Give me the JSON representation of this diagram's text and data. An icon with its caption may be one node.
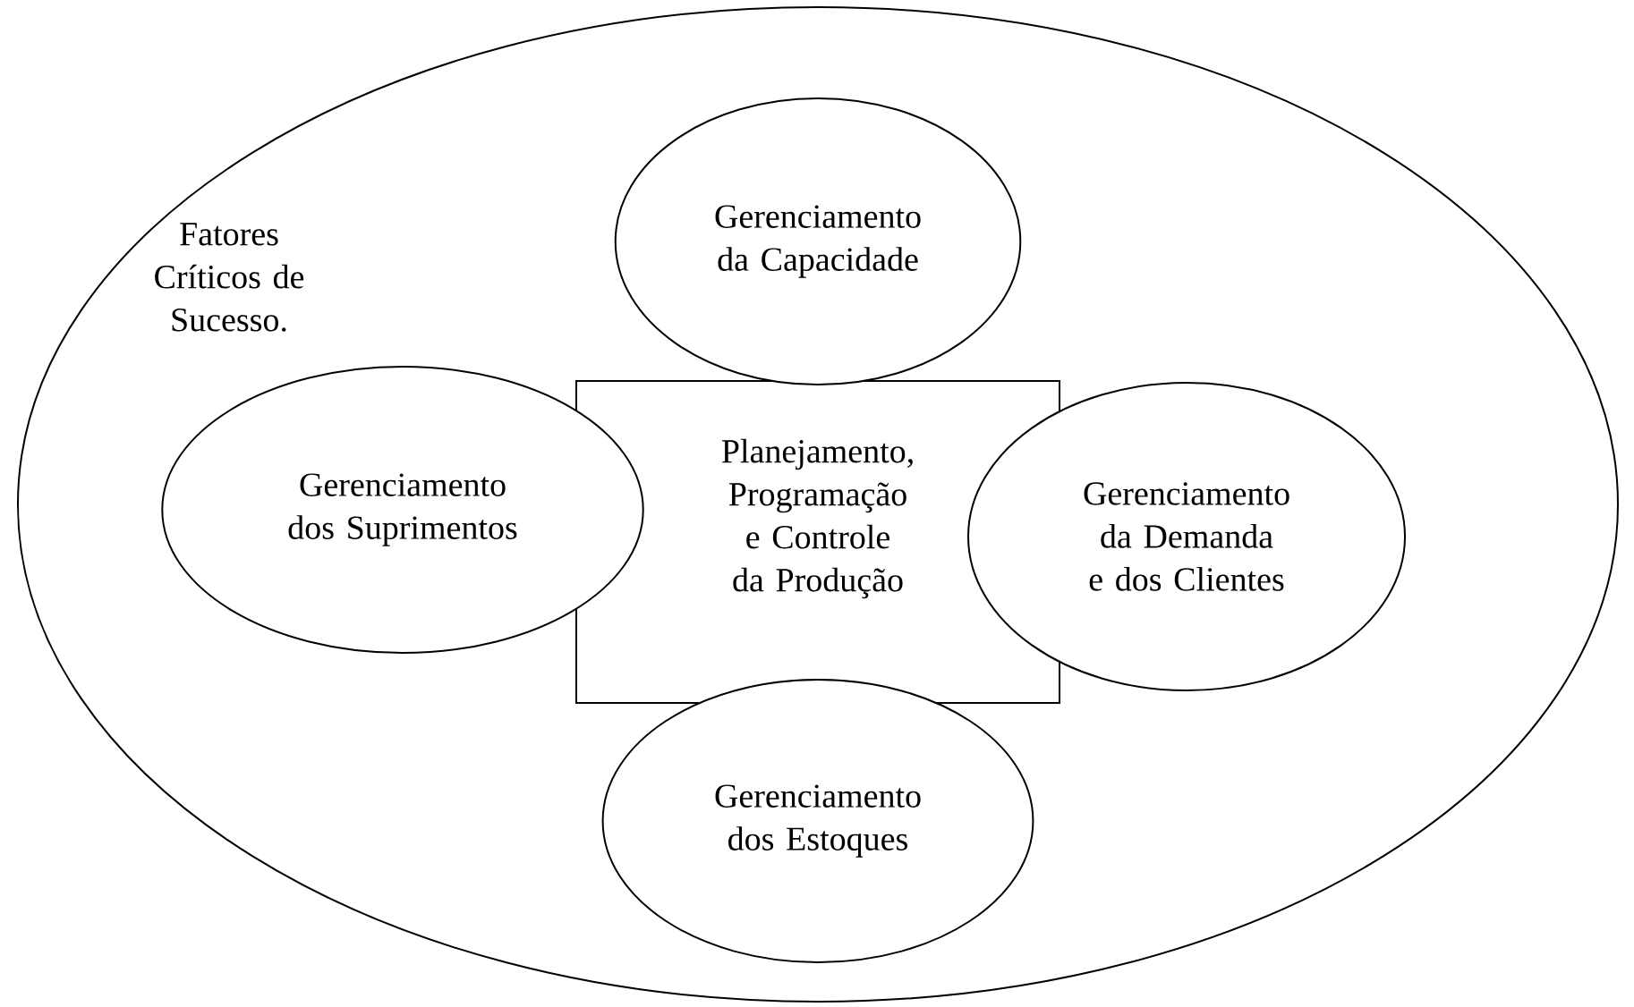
{
  "diagram": {
    "nodes": [
      {
        "text": [
          "Fatores Críticos de Sucesso."
        ]
      },
      {
        "text": [
          "Gerenciamento da Capacidade"
        ],
        "in": 0
      },
      {
        "text": [
          "Gerenciamento dos Suprimentos"
        ],
        "in": 0
      },
      {
        "text": [
          "Planejamento, Programação e Controle da Produção"
        ],
        "in": 0
      },
      {
        "text": [
          "Gerenciamento da Demanda e dos Clientes"
        ],
        "in": 0
      },
      {
        "text": [
          "Gerenciamento dos Estoques"
        ],
        "in": 0
      }
    ]
  }
}
